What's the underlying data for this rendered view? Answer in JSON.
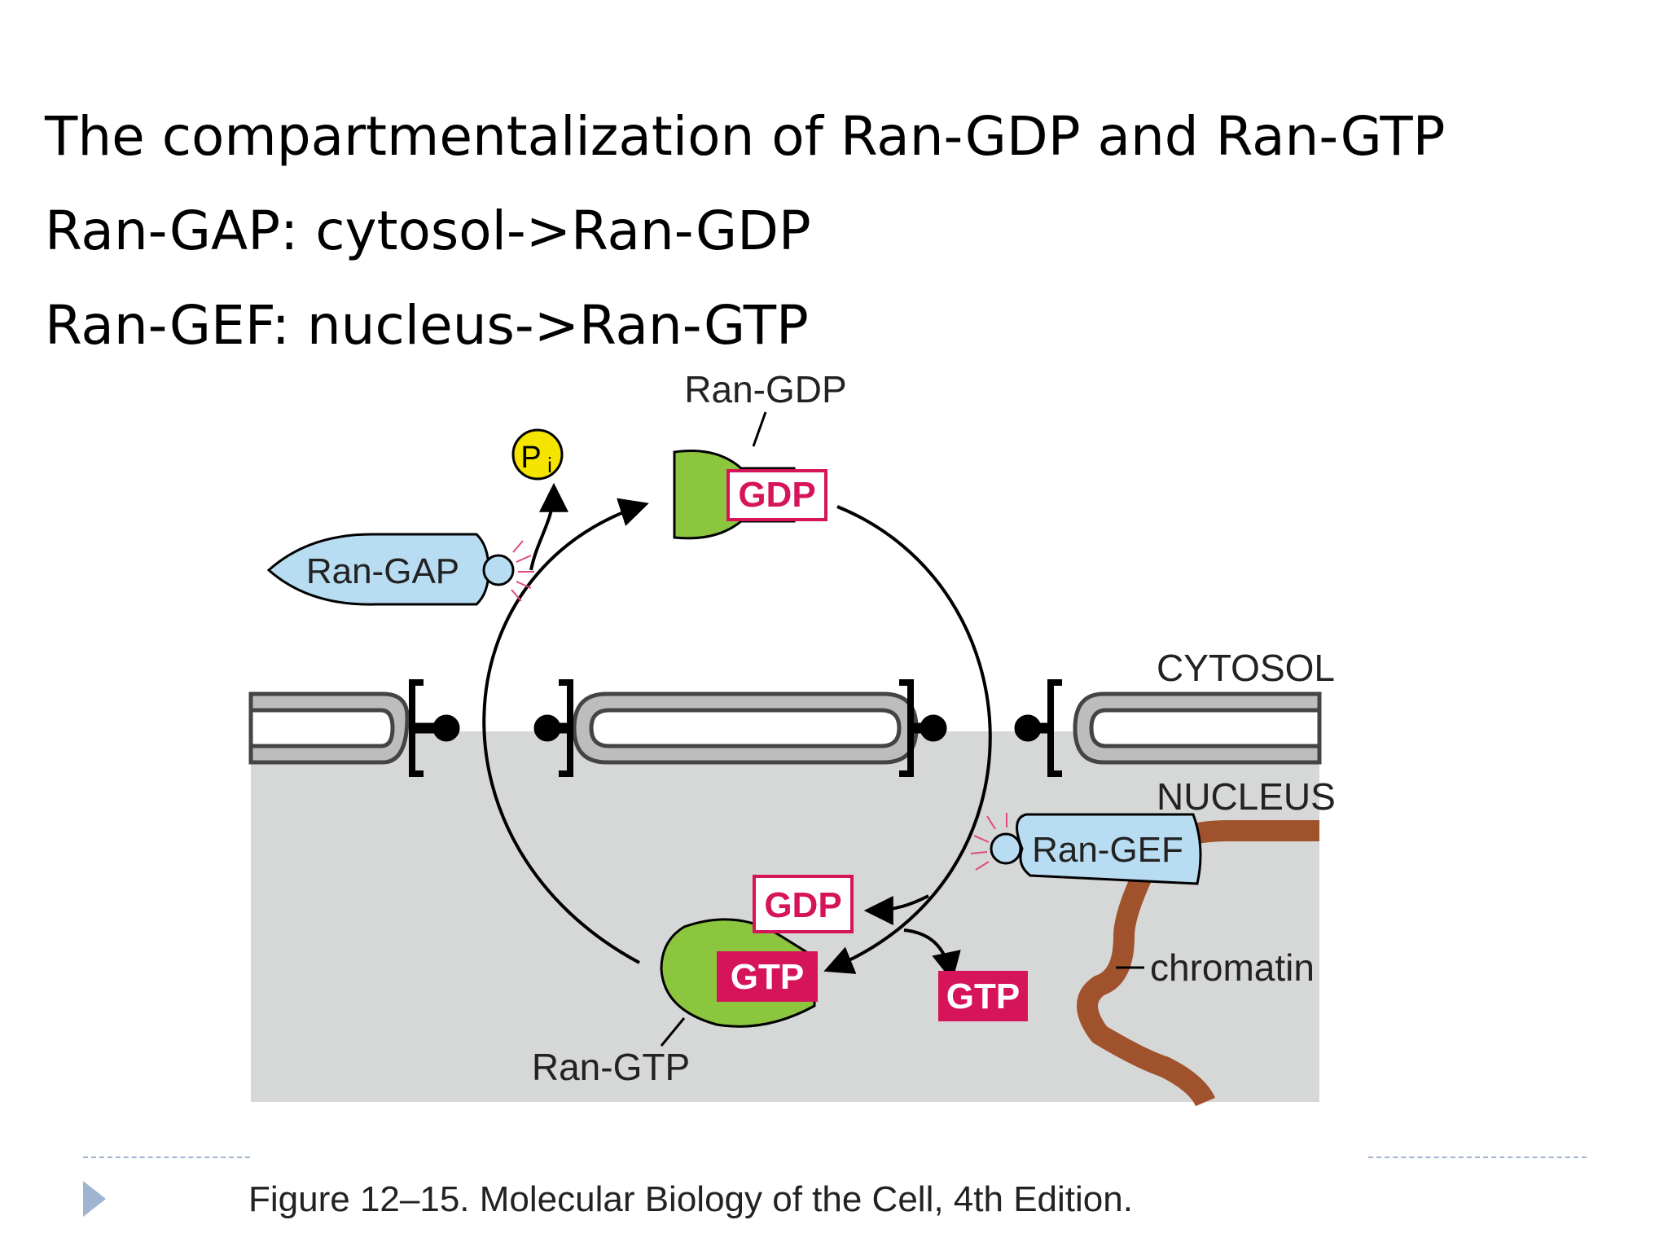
{
  "slide": {
    "lines": [
      "The compartmentalization of Ran-GDP and Ran-GTP",
      "Ran-GAP: cytosol->Ran-GDP",
      "Ran-GEF: nucleus->Ran-GTP"
    ],
    "caption": "Figure 12–15. Molecular Biology of the Cell, 4th Edition."
  },
  "diagram": {
    "ran_gdp_label": "Ran-GDP",
    "ran_gtp_label": "Ran-GTP",
    "gdp_tag": "GDP",
    "gtp_tag": "GTP",
    "pi_label": "P",
    "pi_sub": "i",
    "ran_gap_label": "Ran-GAP",
    "ran_gef_label": "Ran-GEF",
    "cytosol_label": "CYTOSOL",
    "nucleus_label": "NUCLEUS",
    "chromatin_label": "chromatin"
  },
  "colors": {
    "ran_protein": "#8cc63f",
    "gdp_text": "#d6145a",
    "gtp_fill": "#d6145a",
    "enzyme": "#b8ddf2",
    "pi_fill": "#f5e400",
    "chromatin": "#a0522d",
    "nucleus_bg": "#d5d8d6"
  }
}
